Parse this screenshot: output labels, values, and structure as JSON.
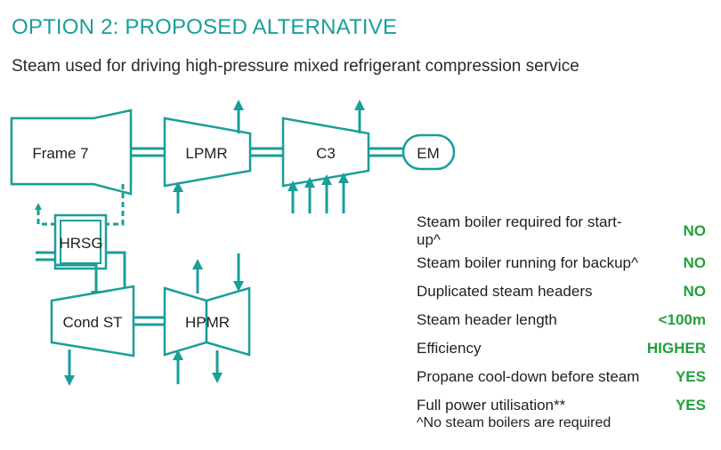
{
  "title": "OPTION 2: PROPOSED ALTERNATIVE",
  "subtitle": "Steam used for driving high-pressure mixed refrigerant compression service",
  "colors": {
    "accent": "#1a9e9a",
    "value_green": "#22a03a",
    "text": "#1f1f1f"
  },
  "diagram": {
    "nodes": {
      "frame7": "Frame 7",
      "lpmr": "LPMR",
      "c3": "C3",
      "em": "EM",
      "hrsg": "HRSG",
      "cond_st": "Cond ST",
      "hpmr": "HPMR"
    }
  },
  "criteria": [
    {
      "label": "Steam boiler required for start-up^",
      "value": "NO"
    },
    {
      "label": "Steam boiler running for backup^",
      "value": "NO"
    },
    {
      "label": "Duplicated steam headers",
      "value": "NO"
    },
    {
      "label": "Steam header length",
      "value": "<100m"
    },
    {
      "label": "Efficiency",
      "value": "HIGHER"
    },
    {
      "label": "Propane cool-down before steam",
      "value": "YES"
    },
    {
      "label": "Full power utilisation**",
      "value": "YES"
    }
  ],
  "footnote": "^No steam boilers are required"
}
